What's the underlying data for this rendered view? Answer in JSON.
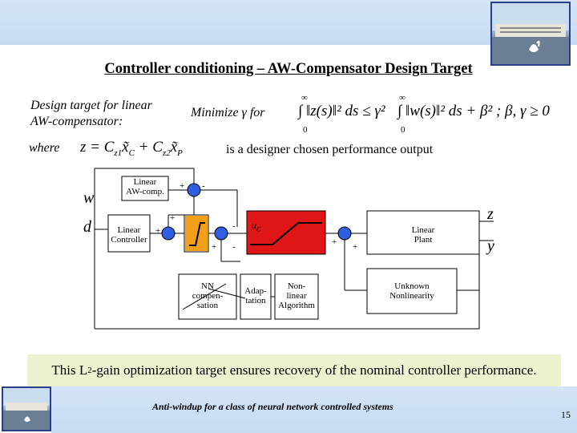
{
  "slide": {
    "title": "Controller conditioning – AW-Compensator Design Target",
    "design_target_line1": "Design target for linear",
    "design_target_line2": "AW-compensator:",
    "minimize_label": "Minimize γ for",
    "where_label": "where",
    "performance_text": "is a designer chosen performance output",
    "banner_prefix": "This L",
    "banner_sub": "2",
    "banner_suffix": "-gain optimization target ensures recovery of the nominal controller performance.",
    "footer_text": "Anti-windup for a class of neural network controlled systems",
    "page_number": "15"
  },
  "math": {
    "int_upper_1": "∞",
    "int_lower_1": "0",
    "int_upper_2": "∞",
    "int_lower_2": "0",
    "int_body_1": "∫ ‖z(s)‖² ds ≤ γ²",
    "int_body_2": "∫ ‖w(s)‖² ds + β² ;  β, γ ≥ 0",
    "z_eq": "z = C",
    "z_eq_sub1": "z1",
    "z_eq_mid": "x̃",
    "z_eq_sub_c": "C",
    "z_eq_plus": " + C",
    "z_eq_sub2": "z2",
    "z_eq_end": "x̃",
    "z_eq_sub_p": "P"
  },
  "diagram": {
    "signal_w": "w",
    "signal_d": "d",
    "signal_z": "z",
    "signal_y": "y",
    "signal_uc": "u",
    "signal_uc_sub": "C",
    "block_linear_aw_1": "Linear",
    "block_linear_aw_2": "AW-comp.",
    "block_linear_controller_1": "Linear",
    "block_linear_controller_2": "Controller",
    "block_linear_plant_1": "Linear",
    "block_linear_plant_2": "Plant",
    "block_nn_1": "NN",
    "block_nn_2": "compen-",
    "block_nn_3": "sation",
    "block_adaptation_1": "Adap-",
    "block_adaptation_2": "tation",
    "block_nonlinear_1": "Non-",
    "block_nonlinear_2": "linear",
    "block_nonlinear_3": "Algorithm",
    "block_unknown_1": "Unknown",
    "block_unknown_2": "Nonlinearity",
    "sign_plus": "+",
    "sign_minus": "-"
  },
  "colors": {
    "header_band": "#c6daf2",
    "summing_junction": "#2f5fe0",
    "saturation_block": "#f2a01a",
    "nonlinear_block": "#e01616",
    "banner_bg": "#eef0d0"
  }
}
